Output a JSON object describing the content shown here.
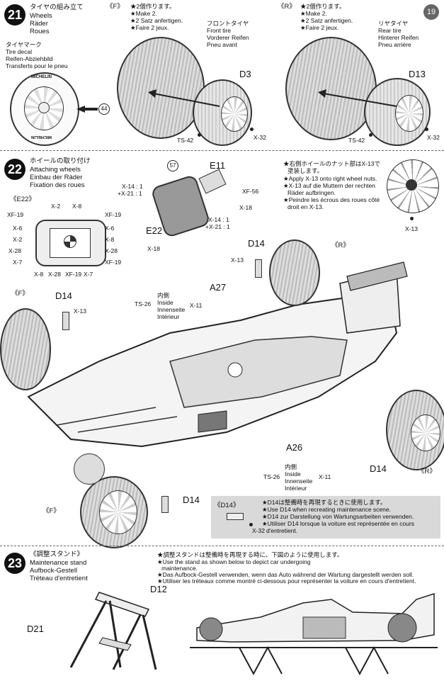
{
  "step21": {
    "number": "21",
    "title_jp": "タイヤの組み立て",
    "title_en": "Wheels",
    "title_de": "Räder",
    "title_fr": "Roues",
    "decal_jp": "タイヤマーク",
    "decal_en": "Tire decal",
    "decal_de": "Reifen-Abziehbild",
    "decal_fr": "Transferts pour le pneu",
    "decal_num": "44",
    "decal_brand": "MICHELIN",
    "front": {
      "bracket": "《F》",
      "make_jp": "★2個作ります。",
      "make_en": "★Make 2.",
      "make_de": "★2 Satz anfertigen.",
      "make_fr": "★Faire 2 jeux.",
      "tire_jp": "フロントタイヤ",
      "tire_en": "Front tire",
      "tire_de": "Vorderer Reifen",
      "tire_fr": "Pneu avant",
      "part": "D3",
      "paint1": "TS-42",
      "paint2": "X-32"
    },
    "rear": {
      "bracket": "《R》",
      "make_jp": "★2個作ります。",
      "make_en": "★Make 2.",
      "make_de": "★2 Satz anfertigen.",
      "make_fr": "★Faire 2 jeux.",
      "tire_jp": "リヤタイヤ",
      "tire_en": "Rear tire",
      "tire_de": "Hinterer Reifen",
      "tire_fr": "Pneu arrière",
      "part": "D13",
      "paint1": "TS-42",
      "paint2": "X-32"
    },
    "page_num": "19"
  },
  "step22": {
    "number": "22",
    "title_jp": "ホイールの取り付け",
    "title_en": "Attaching wheels",
    "title_de": "Einbau der Räder",
    "title_fr": "Fixation des roues",
    "note_jp1": "★右側ホイールのナット部はX-13で",
    "note_jp2": "塗装します。",
    "note_en1": "★Apply X-13 onto right wheel nuts.",
    "note_de1": "★X-13 auf die Muttern der rechten",
    "note_de2": "Räder aufbringen.",
    "note_fr1": "★Peindre les écrous des roues côté",
    "note_fr2": "droit en X-13.",
    "wheel_paint": "X-13",
    "e22_label": "《E22》",
    "wheel_colors": {
      "left": [
        "XF-19",
        "X-6",
        "X-2",
        "X-28",
        "X-7"
      ],
      "top": [
        "X-2",
        "X-8"
      ],
      "right": [
        "XF-19",
        "X-6",
        "X-8",
        "X-28",
        "XF-19"
      ],
      "bottom": [
        "X-8",
        "X-28",
        "XF-19",
        "X-7"
      ]
    },
    "steer": {
      "num": "57",
      "e11": "E11",
      "e22": "E22",
      "x14": "X-14 : 1",
      "x21": "+X-21 : 1",
      "x14b": "X-14 : 1",
      "x21b": "+X-21 : 1",
      "xf56": "XF-56",
      "x18": "X-18",
      "x18b": "X-18"
    },
    "d14_top": "D14",
    "x13_top": "X-13",
    "r_top": "《R》",
    "f_left": "《F》",
    "d14_left": "D14",
    "x13_left": "X-13",
    "a27": "A27",
    "inside1_jp": "内側",
    "inside1_ts": "TS-26",
    "inside1_en": "Inside",
    "inside1_de": "Innenseite",
    "inside1_fr": "Intérieur",
    "inside1_x": "X-11",
    "a26": "A26",
    "inside2_jp": "内側",
    "inside2_ts": "TS-26",
    "inside2_en": "Inside",
    "inside2_de": "Innenseite",
    "inside2_fr": "Intérieur",
    "inside2_x": "X-11",
    "d14_right": "D14",
    "r_right": "《R》",
    "f_bottom": "《F》",
    "d14_bottom": "D14",
    "box": {
      "label": "《D14》",
      "paint": "X-32",
      "jp": "★D14は整備時を再現するときに使用します。",
      "en": "★Use D14 when recreating maintenance scene.",
      "de": "★D14 zur Darstellung von Wartungsarbeiten verwenden.",
      "fr1": "★Utiliser D14 lorsque la voiture est représentée en cours",
      "fr2": "d'entretient."
    }
  },
  "step23": {
    "number": "23",
    "title_jp": "《調整スタンド》",
    "title_en": "Maintenance stand",
    "title_de": "Aufbock-Gestell",
    "title_fr": "Tréteau d'entretient",
    "note_jp": "★調整スタンドは整備時を再現する時に、下図のように使用します。",
    "note_en1": "★Use the stand as shown below to depict car undergoing",
    "note_en2": "maintenance.",
    "note_de": "★Das Aufbock-Gestell verwenden, wenn das Auto während der Wartung dargestellt werden soll.",
    "note_fr": "★Utiliser les tréteaux comme montré ci-dessous pour représenter la voiture en cours d'entretient.",
    "d12": "D12",
    "d21": "D21"
  }
}
